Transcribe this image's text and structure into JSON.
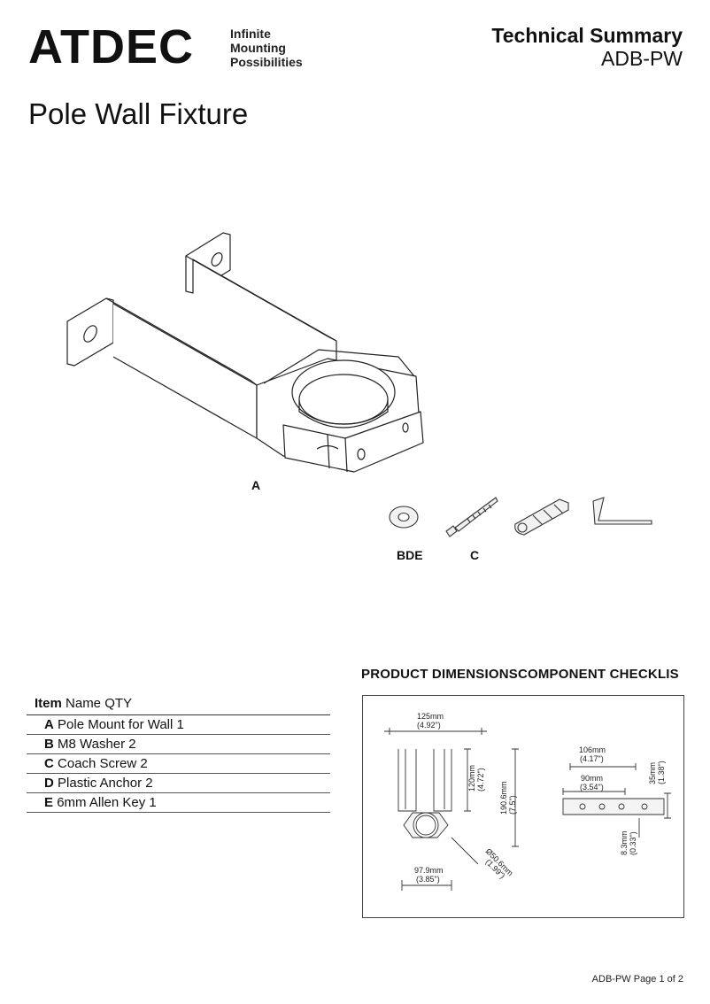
{
  "header": {
    "brand": "ATDEC",
    "tagline": [
      "Infinite",
      "Mounting",
      "Possibilities"
    ],
    "summary_title": "Technical Summary",
    "model": "ADB-PW"
  },
  "page_title": "Pole Wall Fixture",
  "components": {
    "label_a": "A",
    "label_bde": "BDE",
    "label_c": "C"
  },
  "section_heading": "PRODUCT DIMENSIONSCOMPONENT CHECKLIS",
  "checklist": {
    "header": {
      "item": "Item",
      "rest": "Name QTY"
    },
    "rows": [
      {
        "letter": "A",
        "text": "Pole Mount for Wall 1"
      },
      {
        "letter": "B",
        "text": "M8 Washer 2"
      },
      {
        "letter": "C",
        "text": "Coach Screw 2"
      },
      {
        "letter": "D",
        "text": "Plastic Anchor 2"
      },
      {
        "letter": "E",
        "text": "6mm Allen Key 1"
      }
    ]
  },
  "dimensions": {
    "d125": "125mm",
    "d125_in": "(4.92\")",
    "d120": "120mm",
    "d120_in": "(4.72\")",
    "d190": "190.6mm",
    "d190_in": "(7.5\")",
    "d97": "97.9mm",
    "d97_in": "(3.85\")",
    "d50": "Ø50.6mm",
    "d50_in": "(1.99\")",
    "d106": "106mm",
    "d106_in": "(4.17\")",
    "d90": "90mm",
    "d90_in": "(3.54\")",
    "d35": "35mm",
    "d35_in": "(1.38\")",
    "d8": "8.3mm",
    "d8_in": "(0.33\")"
  },
  "footer": "ADB-PW Page 1 of 2"
}
